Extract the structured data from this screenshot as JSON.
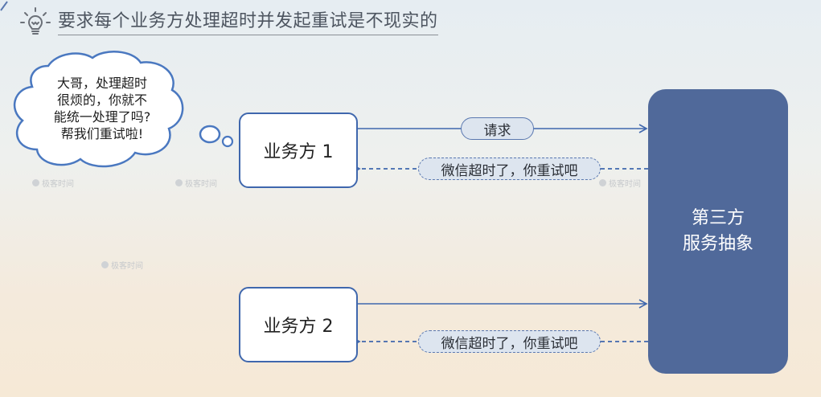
{
  "title": "要求每个业务方处理超时并发起重试是不现实的",
  "thought_bubble": {
    "lines": [
      "大哥，处理超时",
      "很烦的，你就不",
      "能统一处理了吗?",
      "帮我们重试啦!"
    ]
  },
  "party1": {
    "label": "业务方 1"
  },
  "party2": {
    "label": "业务方 2"
  },
  "third_party": {
    "line1": "第三方",
    "line2": "服务抽象"
  },
  "arrows": {
    "request_label": "请求",
    "response1_label": "微信超时了，你重试吧",
    "response2_label": "微信超时了，你重试吧"
  },
  "watermark": {
    "text": "极客时间"
  },
  "colors": {
    "accent": "#3f67ad",
    "third_party_fill": "#50699a",
    "pill_fill": "#dde5ef",
    "title_text": "#4d5560"
  }
}
